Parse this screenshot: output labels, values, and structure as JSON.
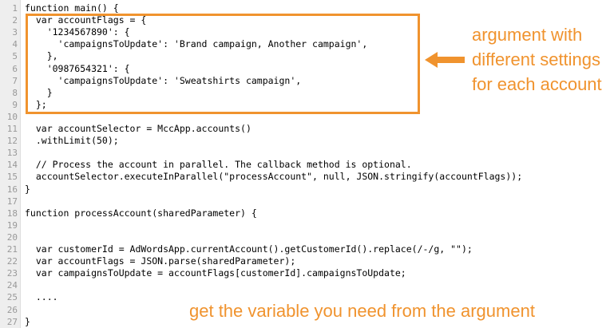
{
  "editor": {
    "lines": [
      {
        "n": "1",
        "t": "function main() {"
      },
      {
        "n": "2",
        "t": "  var accountFlags = {"
      },
      {
        "n": "3",
        "t": "    '1234567890': {"
      },
      {
        "n": "4",
        "t": "      'campaignsToUpdate': 'Brand campaign, Another campaign',"
      },
      {
        "n": "5",
        "t": "    },"
      },
      {
        "n": "6",
        "t": "    '0987654321': {"
      },
      {
        "n": "7",
        "t": "      'campaignsToUpdate': 'Sweatshirts campaign',"
      },
      {
        "n": "8",
        "t": "    }"
      },
      {
        "n": "9",
        "t": "  };"
      },
      {
        "n": "10",
        "t": ""
      },
      {
        "n": "11",
        "t": "  var accountSelector = MccApp.accounts()"
      },
      {
        "n": "12",
        "t": "  .withLimit(50);"
      },
      {
        "n": "13",
        "t": ""
      },
      {
        "n": "14",
        "t": "  // Process the account in parallel. The callback method is optional."
      },
      {
        "n": "15",
        "t": "  accountSelector.executeInParallel(\"processAccount\", null, JSON.stringify(accountFlags));"
      },
      {
        "n": "16",
        "t": "}"
      },
      {
        "n": "17",
        "t": ""
      },
      {
        "n": "18",
        "t": "function processAccount(sharedParameter) {"
      },
      {
        "n": "19",
        "t": ""
      },
      {
        "n": "20",
        "t": ""
      },
      {
        "n": "21",
        "t": "  var customerId = AdWordsApp.currentAccount().getCustomerId().replace(/-/g, \"\");"
      },
      {
        "n": "22",
        "t": "  var accountFlags = JSON.parse(sharedParameter);"
      },
      {
        "n": "23",
        "t": "  var campaignsToUpdate = accountFlags[customerId].campaignsToUpdate;"
      },
      {
        "n": "24",
        "t": ""
      },
      {
        "n": "25",
        "t": "  ...."
      },
      {
        "n": "26",
        "t": ""
      },
      {
        "n": "27",
        "t": "}"
      }
    ]
  },
  "annotations": {
    "top_note": "argument with different settings for each account",
    "bottom_note": "get the variable you need from the argument",
    "accent_color": "#f0932e"
  }
}
